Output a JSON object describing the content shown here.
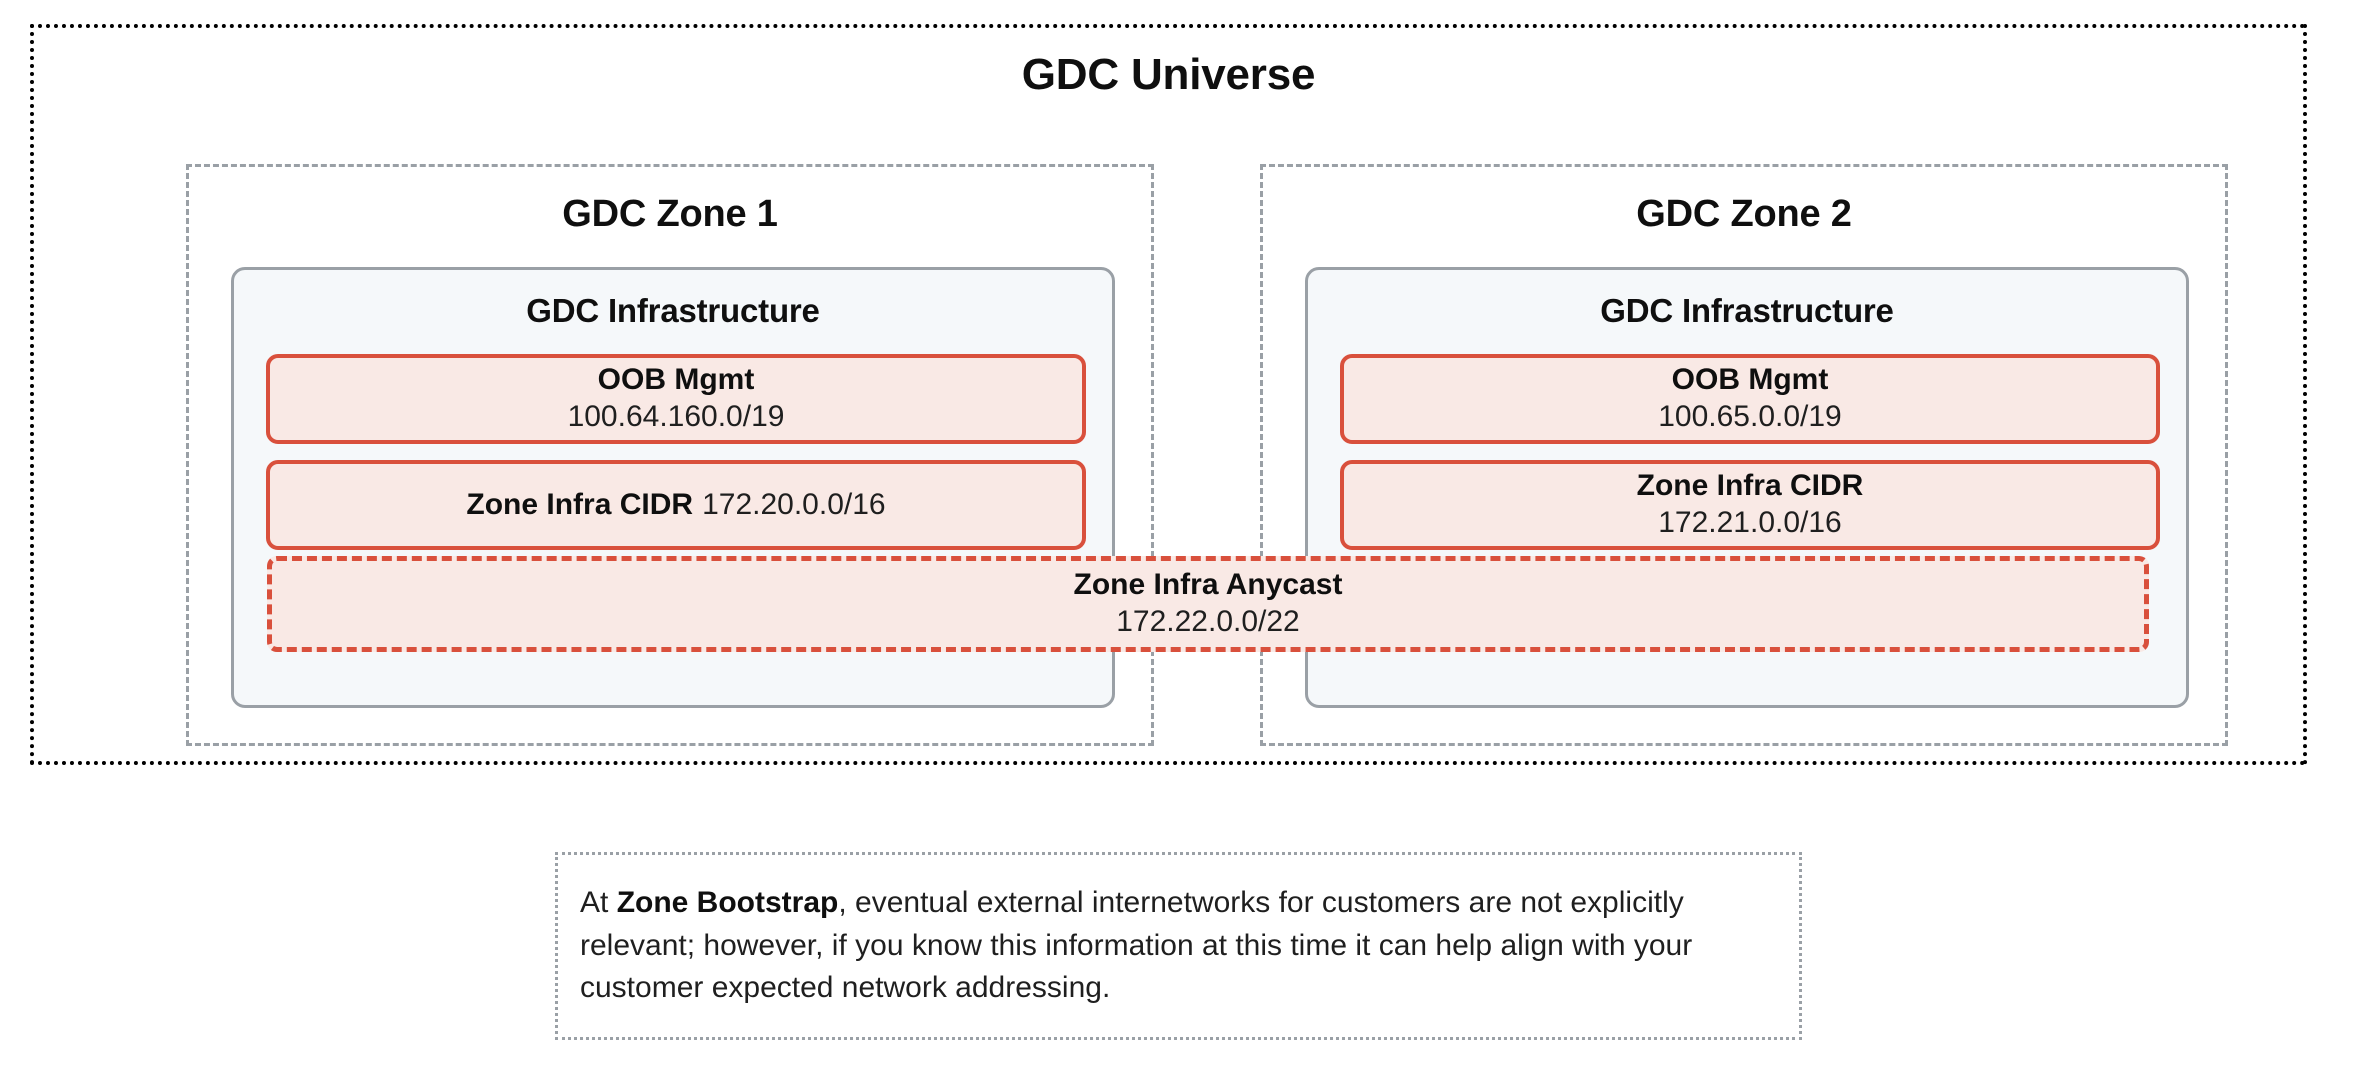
{
  "universe": {
    "title": "GDC Universe",
    "border_color": "#000000"
  },
  "colors": {
    "cidr_border": "#d9503c",
    "cidr_fill": "#f9e9e5",
    "infra_border": "#9aa0a6",
    "infra_fill": "#f5f8fa",
    "zone_border": "#9aa0a6",
    "caption_border": "#9aa0a6"
  },
  "zones": [
    {
      "title": "GDC Zone 1",
      "infrastructure": {
        "title": "GDC Infrastructure",
        "blocks": [
          {
            "label": "OOB Mgmt",
            "value": "100.64.160.0/19",
            "layout": "stacked"
          },
          {
            "label": "Zone Infra CIDR",
            "value": "172.20.0.0/16",
            "layout": "inline"
          }
        ]
      }
    },
    {
      "title": "GDC Zone 2",
      "infrastructure": {
        "title": "GDC Infrastructure",
        "blocks": [
          {
            "label": "OOB Mgmt",
            "value": "100.65.0.0/19",
            "layout": "stacked"
          },
          {
            "label": "Zone Infra CIDR",
            "value": "172.21.0.0/16",
            "layout": "stacked"
          }
        ]
      }
    }
  ],
  "anycast": {
    "label": "Zone Infra Anycast",
    "value": "172.22.0.0/22"
  },
  "caption": {
    "lead": "At ",
    "bold": "Zone Bootstrap",
    "rest": ", eventual external internetworks for customers are not explicitly relevant; however, if you know this information at this time it can help align with your customer expected network addressing."
  }
}
